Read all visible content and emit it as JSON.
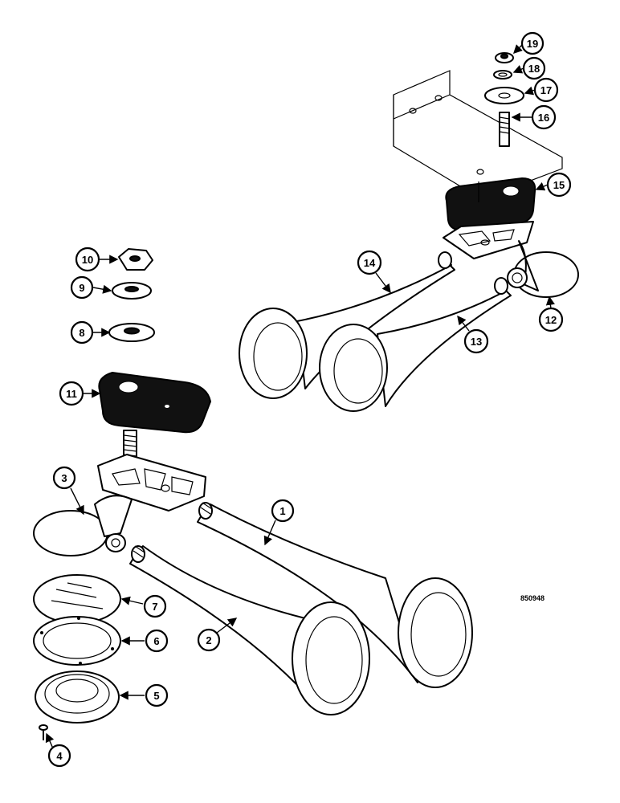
{
  "figure_ref": "850948",
  "callouts": [
    "1",
    "2",
    "3",
    "4",
    "5",
    "6",
    "7",
    "8",
    "9",
    "10",
    "11",
    "12",
    "13",
    "14",
    "15",
    "16",
    "17",
    "18",
    "19"
  ]
}
